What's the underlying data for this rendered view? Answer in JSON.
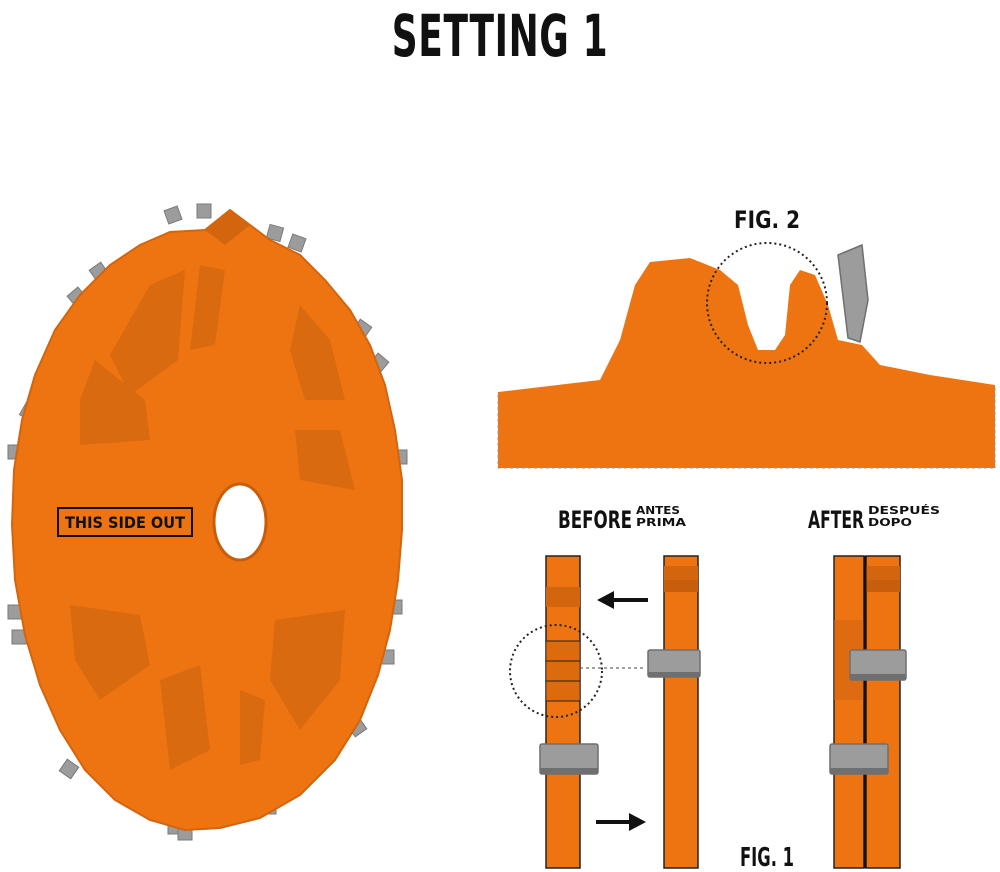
{
  "title": "SETTING 1",
  "sprocket": {
    "label": "THIS SIDE OUT"
  },
  "fig2": {
    "label": "FIG. 2"
  },
  "fig1": {
    "label": "FIG. 1",
    "before": {
      "label": "BEFORE",
      "sub1": "ANTES",
      "sub2": "PRIMA"
    },
    "after": {
      "label": "AFTER",
      "sub1": "DESPUÉS",
      "sub2": "DOPO"
    }
  },
  "colors": {
    "orange": "#EE7411",
    "orange_dark": "#C85E0C",
    "orange_edge": "#D2650E",
    "gray": "#9C9C9C",
    "gray_dark": "#6F6F6F",
    "ink": "#111111"
  },
  "icons": [
    "sprocket-illustration",
    "tooth-detail-illustration",
    "arrow-left-icon",
    "arrow-right-icon",
    "detail-circle-icon",
    "track-cleat-icon"
  ]
}
